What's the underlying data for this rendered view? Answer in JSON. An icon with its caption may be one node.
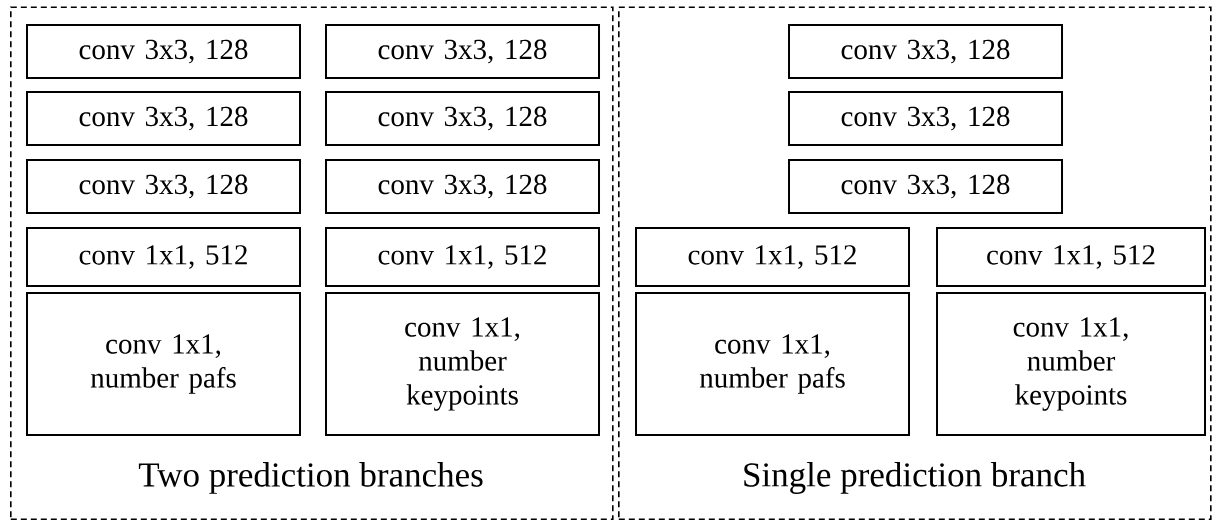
{
  "diagram": {
    "nodes": [
      {
        "text": [
          "Two prediction branches"
        ]
      },
      {
        "text": [
          "conv 3x3, 128"
        ],
        "in": 0
      },
      {
        "text": [
          "conv 3x3, 128"
        ],
        "in": 0
      },
      {
        "text": [
          "conv 3x3, 128"
        ],
        "in": 0
      },
      {
        "text": [
          "conv 1x1, 512"
        ],
        "in": 0
      },
      {
        "text": [
          "conv 1x1, number pafs"
        ],
        "in": 0
      },
      {
        "text": [
          "conv 3x3, 128"
        ],
        "in": 0
      },
      {
        "text": [
          "conv 3x3, 128"
        ],
        "in": 0
      },
      {
        "text": [
          "conv 3x3, 128"
        ],
        "in": 0
      },
      {
        "text": [
          "conv 1x1, 512"
        ],
        "in": 0
      },
      {
        "text": [
          "conv 1x1, number keypoints"
        ],
        "in": 0
      },
      {
        "text": [
          "Single prediction branch"
        ]
      },
      {
        "text": [
          "conv 3x3, 128"
        ],
        "in": 11
      },
      {
        "text": [
          "conv 3x3, 128"
        ],
        "in": 11
      },
      {
        "text": [
          "conv 3x3, 128"
        ],
        "in": 11
      },
      {
        "text": [
          "conv 1x1, 512"
        ],
        "in": 11
      },
      {
        "text": [
          "conv 1x1, number pafs"
        ],
        "in": 11
      },
      {
        "text": [
          "conv 1x1, 512"
        ],
        "in": 11
      },
      {
        "text": [
          "conv 1x1, number keypoints"
        ],
        "in": 11
      }
    ]
  }
}
